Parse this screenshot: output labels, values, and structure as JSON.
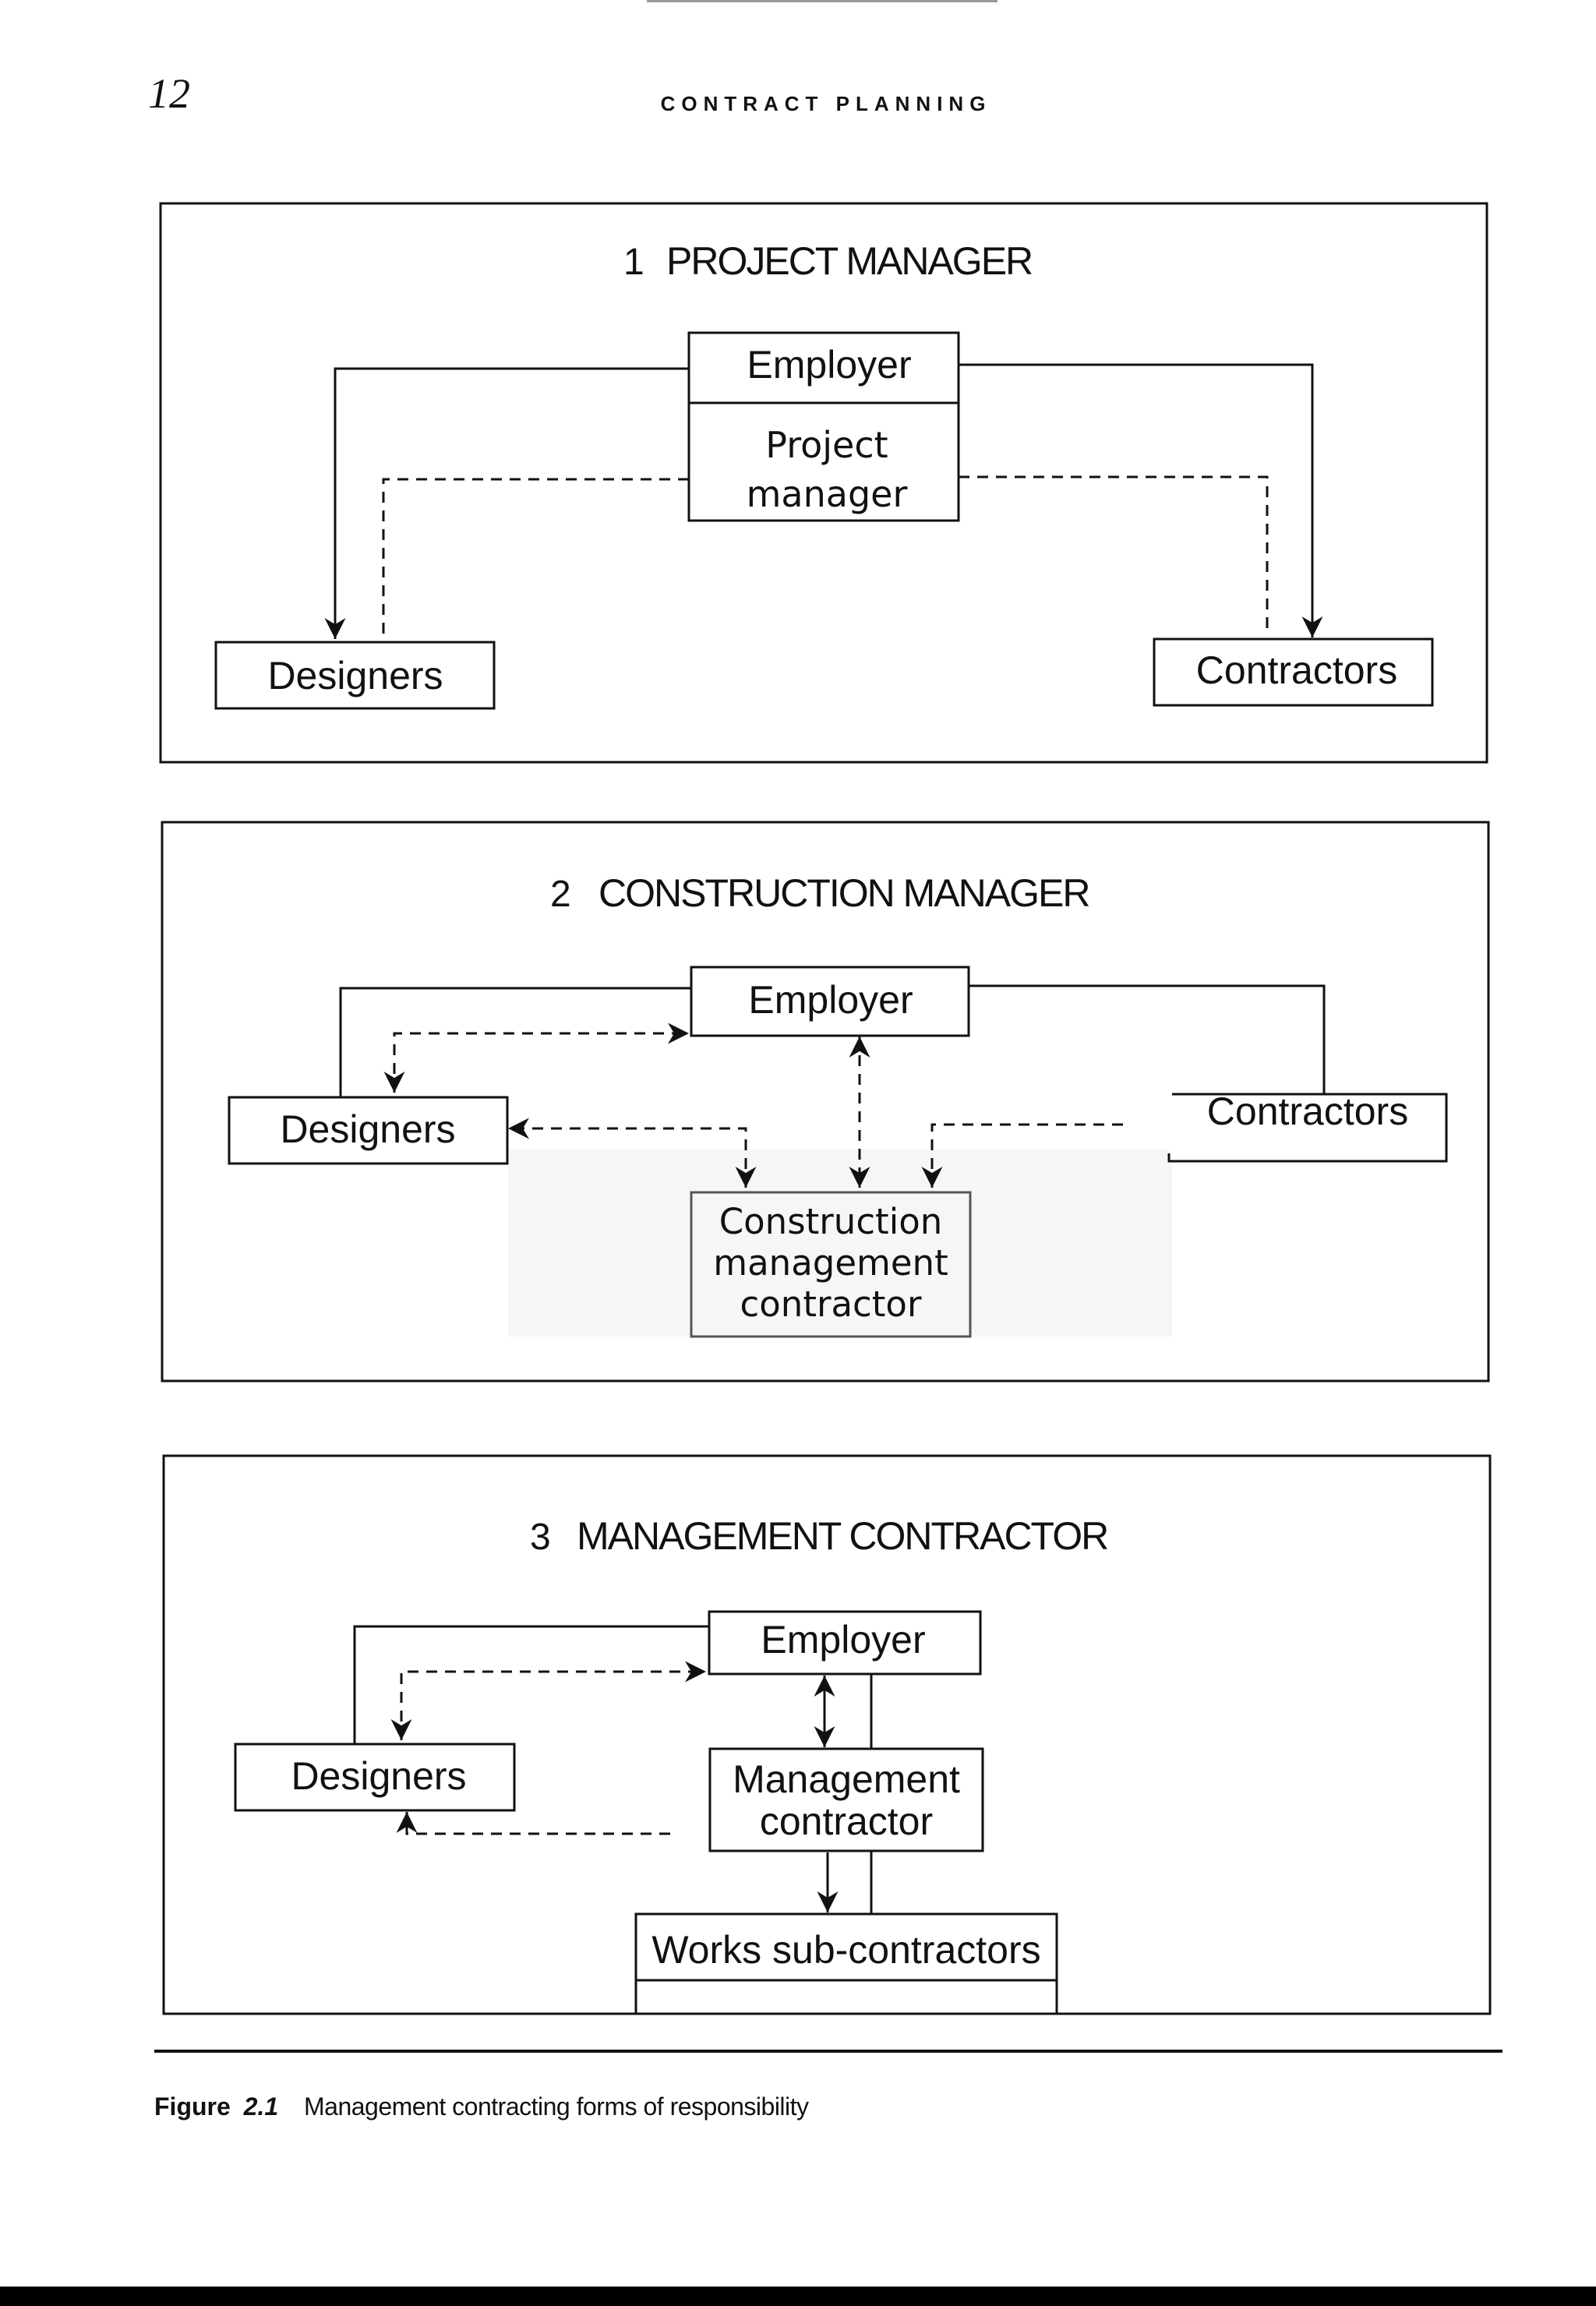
{
  "header": {
    "page_number": "12",
    "running_title": "CONTRACT PLANNING"
  },
  "panels": [
    {
      "number": "1",
      "title": "PROJECT MANAGER",
      "boxes": {
        "employer": "Employer",
        "project_manager_line1": "Project",
        "project_manager_line2": "manager",
        "designers": "Designers",
        "contractors": "Contractors"
      }
    },
    {
      "number": "2",
      "title": "CONSTRUCTION MANAGER",
      "boxes": {
        "employer": "Employer",
        "designers": "Designers",
        "contractors": "Contractors",
        "cmc_line1": "Construction",
        "cmc_line2": "management",
        "cmc_line3": "contractor"
      }
    },
    {
      "number": "3",
      "title": "MANAGEMENT CONTRACTOR",
      "boxes": {
        "employer": "Employer",
        "designers": "Designers",
        "mc_line1": "Management",
        "mc_line2": "contractor",
        "works": "Works sub-contractors"
      }
    }
  ],
  "caption": {
    "label": "Figure",
    "number": "2.1",
    "text": "Management contracting forms of responsibility"
  }
}
